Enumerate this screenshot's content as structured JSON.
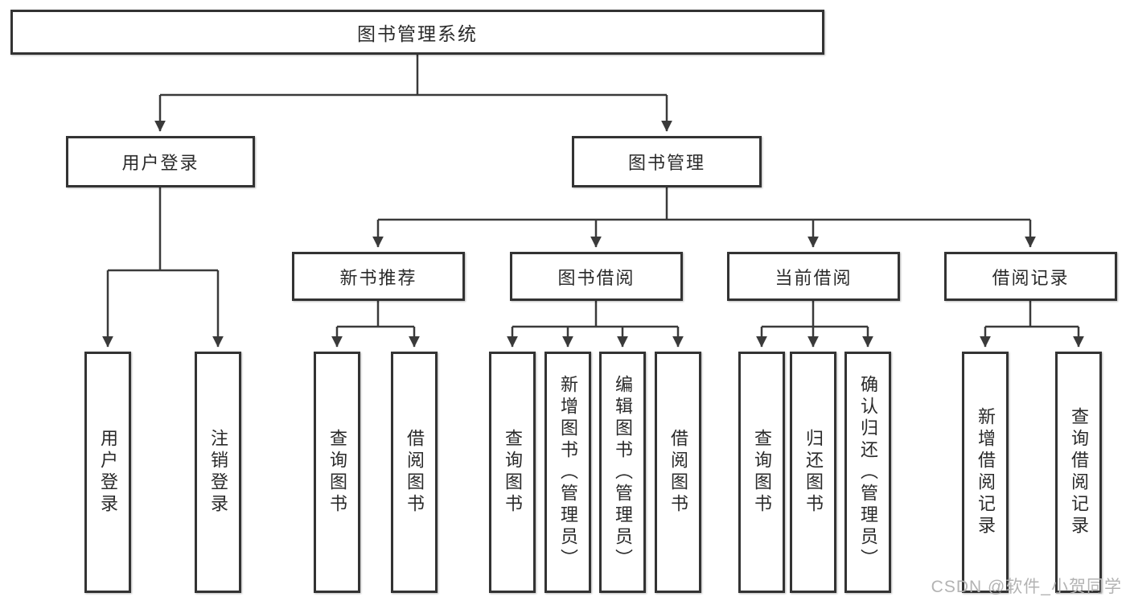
{
  "tree": {
    "label": "图书管理系统",
    "children": [
      {
        "label": "用户登录",
        "children": [
          {
            "label": "用户登录"
          },
          {
            "label": "注销登录"
          }
        ]
      },
      {
        "label": "图书管理",
        "children": [
          {
            "label": "新书推荐",
            "children": [
              {
                "label": "查询图书"
              },
              {
                "label": "借阅图书"
              }
            ]
          },
          {
            "label": "图书借阅",
            "children": [
              {
                "label": "查询图书"
              },
              {
                "label": "新增图书（管理员）"
              },
              {
                "label": "编辑图书（管理员）"
              },
              {
                "label": "借阅图书"
              }
            ]
          },
          {
            "label": "当前借阅",
            "children": [
              {
                "label": "查询图书"
              },
              {
                "label": "归还图书"
              },
              {
                "label": "确认归还（管理员）"
              }
            ]
          },
          {
            "label": "借阅记录",
            "children": [
              {
                "label": "新增借阅记录"
              },
              {
                "label": "查询借阅记录"
              }
            ]
          }
        ]
      }
    ]
  },
  "watermark": {
    "text": "CSDN @软件_小贺同学"
  },
  "colors": {
    "line": "#3a3a3a",
    "border": "#333333",
    "text": "#2a2a2a",
    "watermark": "#b3b3b3",
    "background": "#ffffff"
  }
}
